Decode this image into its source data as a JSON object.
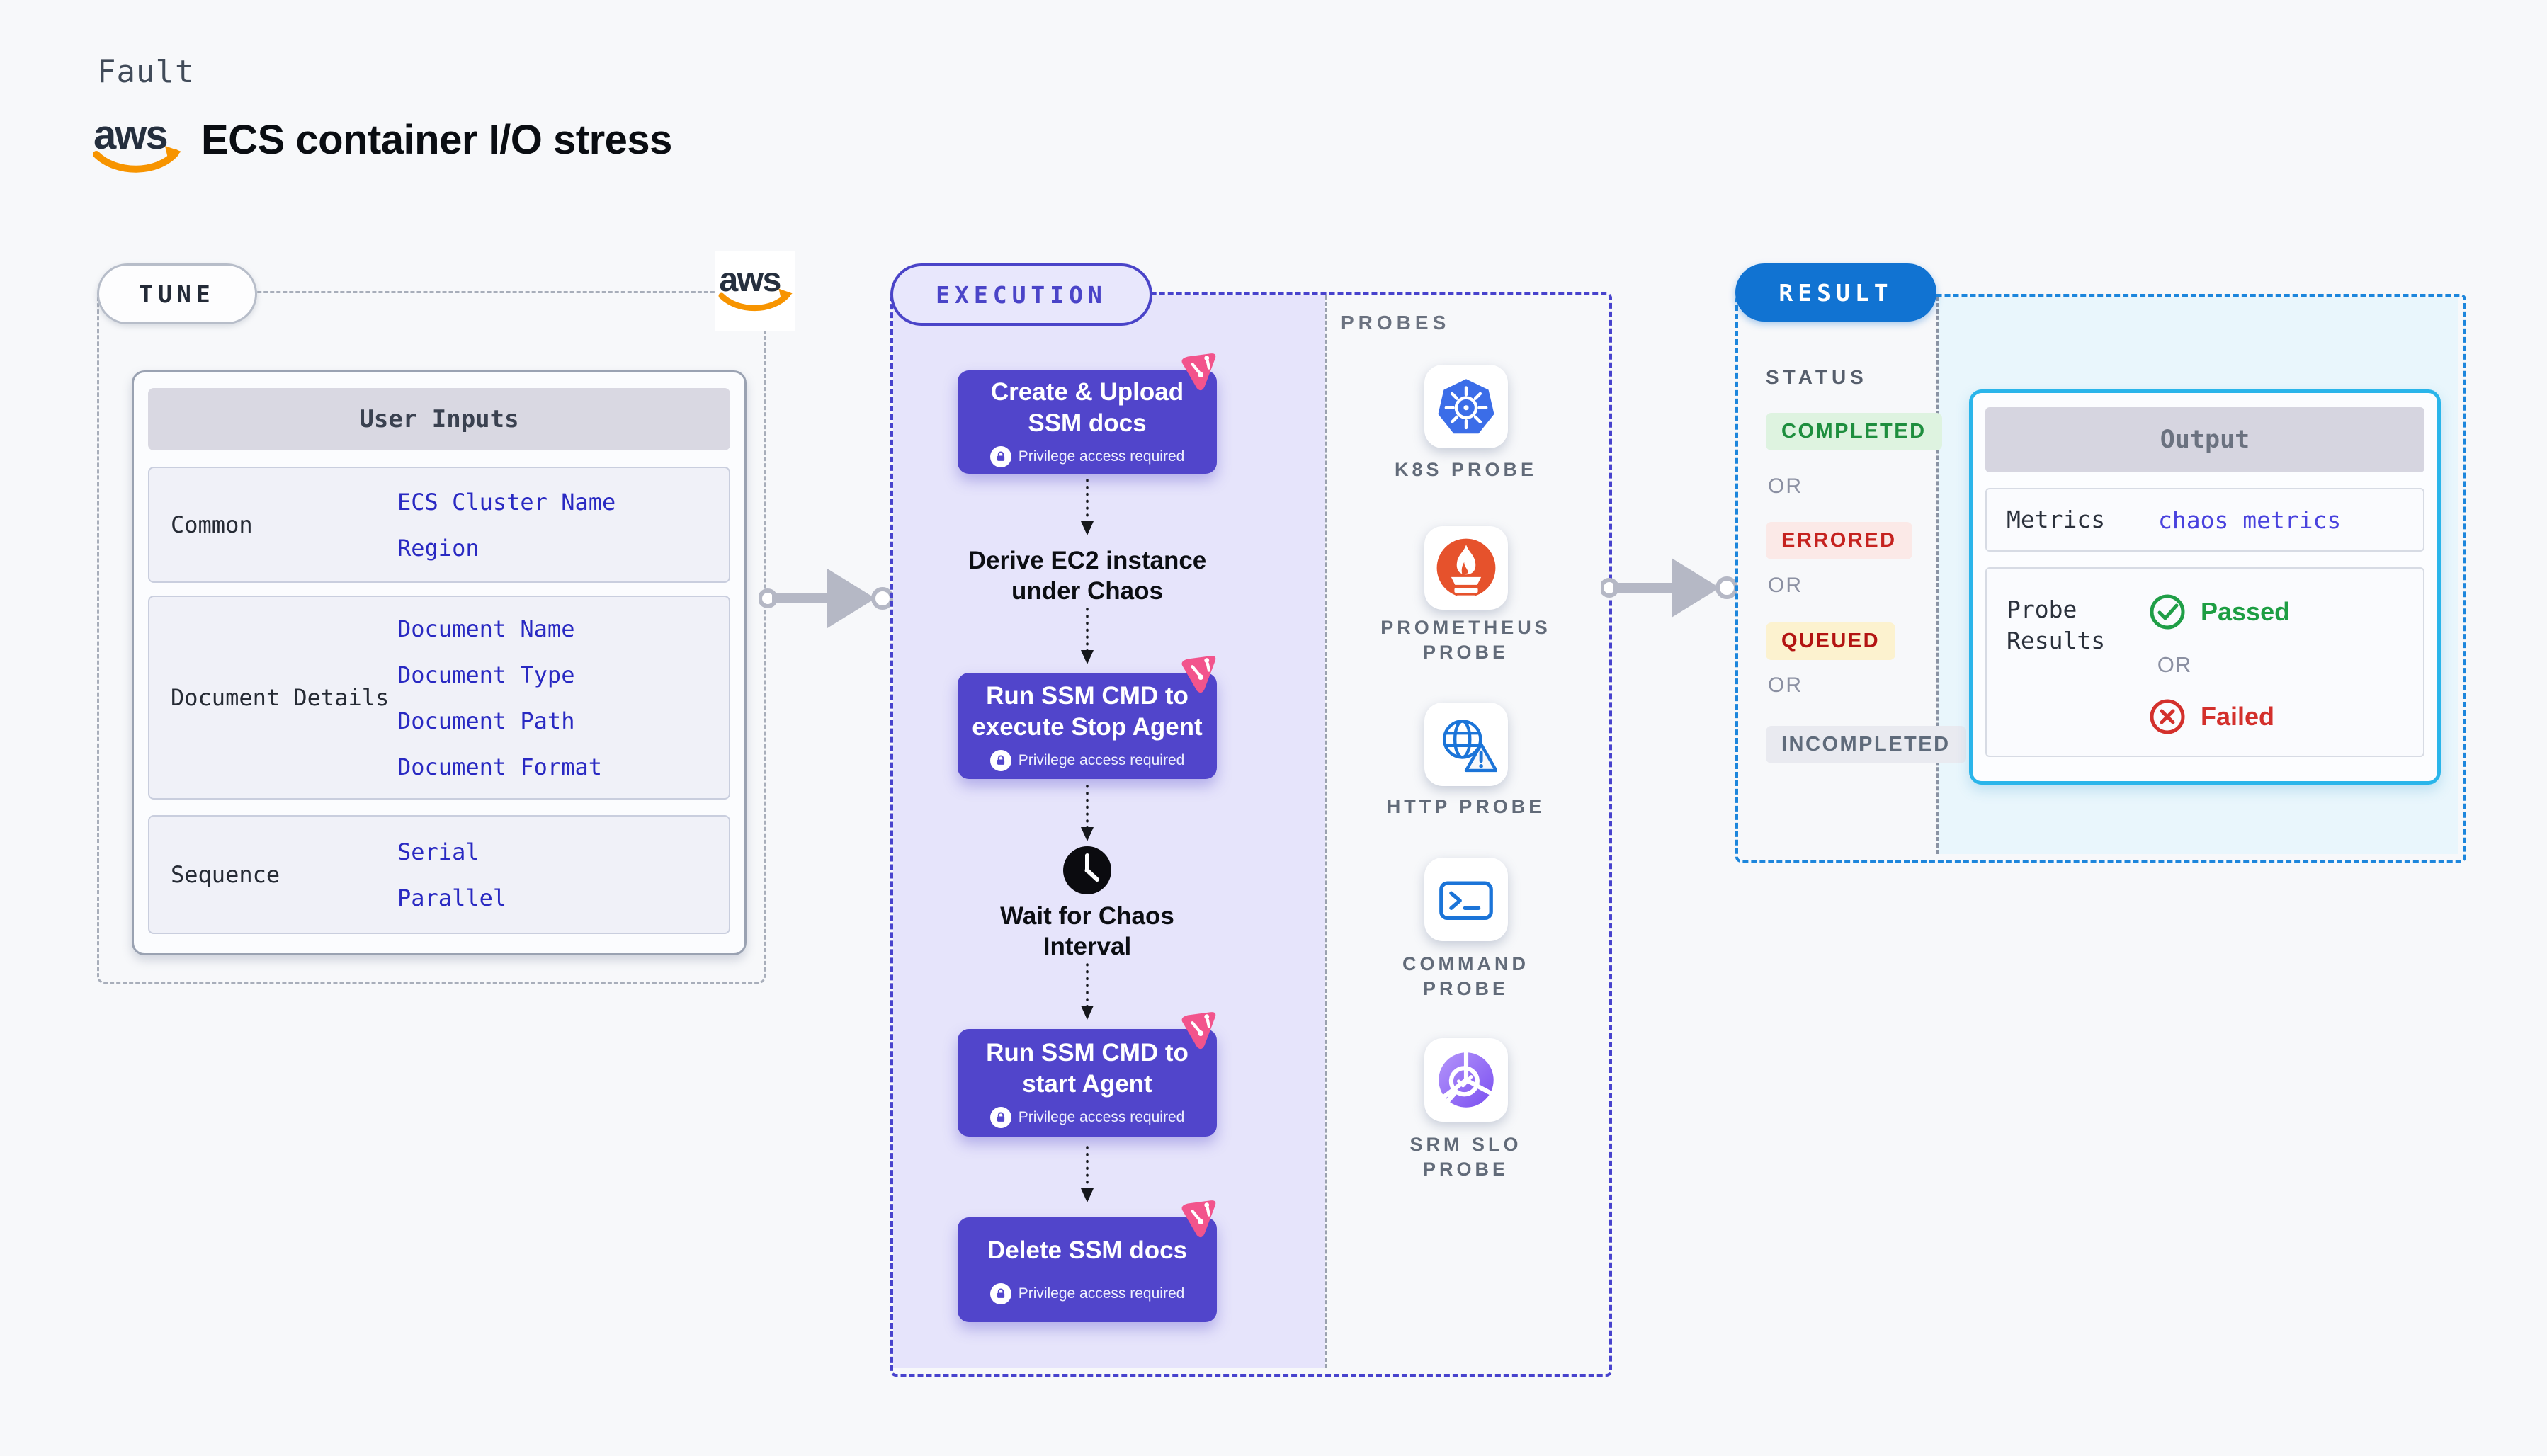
{
  "header": {
    "kicker": "Fault",
    "title": "ECS container I/O stress"
  },
  "aws": {
    "logo_text": "aws"
  },
  "tune": {
    "badge": "TUNE",
    "card_title": "User Inputs",
    "rows": [
      {
        "label": "Common",
        "values": [
          "ECS Cluster Name",
          "Region"
        ]
      },
      {
        "label": "Document Details",
        "values": [
          "Document Name",
          "Document Type",
          "Document Path",
          "Document Format"
        ]
      },
      {
        "label": "Sequence",
        "values": [
          "Serial",
          "Parallel"
        ]
      }
    ]
  },
  "execution": {
    "badge": "EXECUTION",
    "steps": [
      {
        "kind": "action",
        "lines": [
          "Create & Upload",
          "SSM docs"
        ],
        "note": "Privilege access required"
      },
      {
        "kind": "label",
        "lines": [
          "Derive EC2 instance",
          "under Chaos"
        ]
      },
      {
        "kind": "action",
        "lines": [
          "Run SSM CMD to",
          "execute Stop Agent"
        ],
        "note": "Privilege access required"
      },
      {
        "kind": "wait",
        "lines": [
          "Wait for Chaos",
          "Interval"
        ]
      },
      {
        "kind": "action",
        "lines": [
          "Run SSM CMD to",
          "start Agent"
        ],
        "note": "Privilege access required"
      },
      {
        "kind": "action",
        "lines": [
          "Delete SSM docs"
        ],
        "note": "Privilege access required"
      }
    ]
  },
  "probes": {
    "label": "PROBES",
    "items": [
      {
        "icon": "kubernetes-icon",
        "lines": [
          "K8S PROBE"
        ]
      },
      {
        "icon": "prometheus-icon",
        "lines": [
          "PROMETHEUS",
          "PROBE"
        ]
      },
      {
        "icon": "http-icon",
        "lines": [
          "HTTP PROBE"
        ]
      },
      {
        "icon": "command-icon",
        "lines": [
          "COMMAND",
          "PROBE"
        ]
      },
      {
        "icon": "srm-slo-icon",
        "lines": [
          "SRM SLO",
          "PROBE"
        ]
      }
    ]
  },
  "result": {
    "badge": "RESULT",
    "status_label": "STATUS",
    "or_label": "OR",
    "statuses": [
      {
        "label": "COMPLETED",
        "fg": "#1e8e3e",
        "bg": "#def3e0"
      },
      {
        "label": "ERRORED",
        "fg": "#c5221f",
        "bg": "#fbe9e7"
      },
      {
        "label": "QUEUED",
        "fg": "#b31412",
        "bg": "#fcf2cf"
      },
      {
        "label": "INCOMPLETED",
        "fg": "#5f6b7b",
        "bg": "#e9eaf0"
      }
    ],
    "output": {
      "title": "Output",
      "metrics_label": "Metrics",
      "metrics_value": "chaos metrics",
      "probe_results_label": "Probe Results",
      "passed": "Passed",
      "failed": "Failed",
      "or_label": "OR"
    }
  },
  "colors": {
    "execution_accent": "#4a44c8",
    "result_accent": "#1173d2",
    "flow_box": "#5145cb",
    "input_value_blue": "#2929c2",
    "metrics_blue": "#4a43de",
    "passed_green": "#1d9e43",
    "failed_red": "#d3302c",
    "output_border_cyan": "#2ab5ea",
    "chaos_pink": "#f2548c",
    "aws_orange": "#f79400"
  }
}
